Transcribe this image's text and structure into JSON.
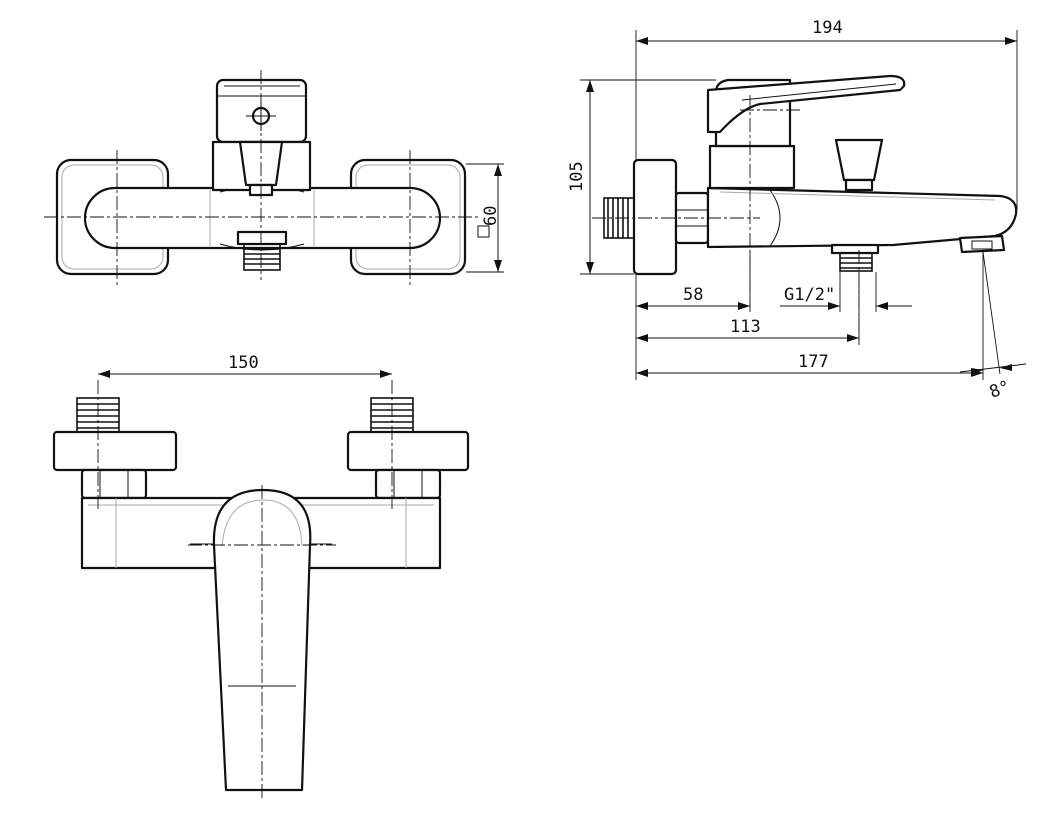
{
  "dimensions": {
    "overall_length": "194",
    "overall_height": "105",
    "square_escutcheon": "60",
    "centre_to_spout_axis": "58",
    "outlet_thread": "G1/2\"",
    "wall_to_outlet": "113",
    "wall_to_spout_tip": "177",
    "spout_angle": "8°",
    "inlet_spacing": "150"
  }
}
